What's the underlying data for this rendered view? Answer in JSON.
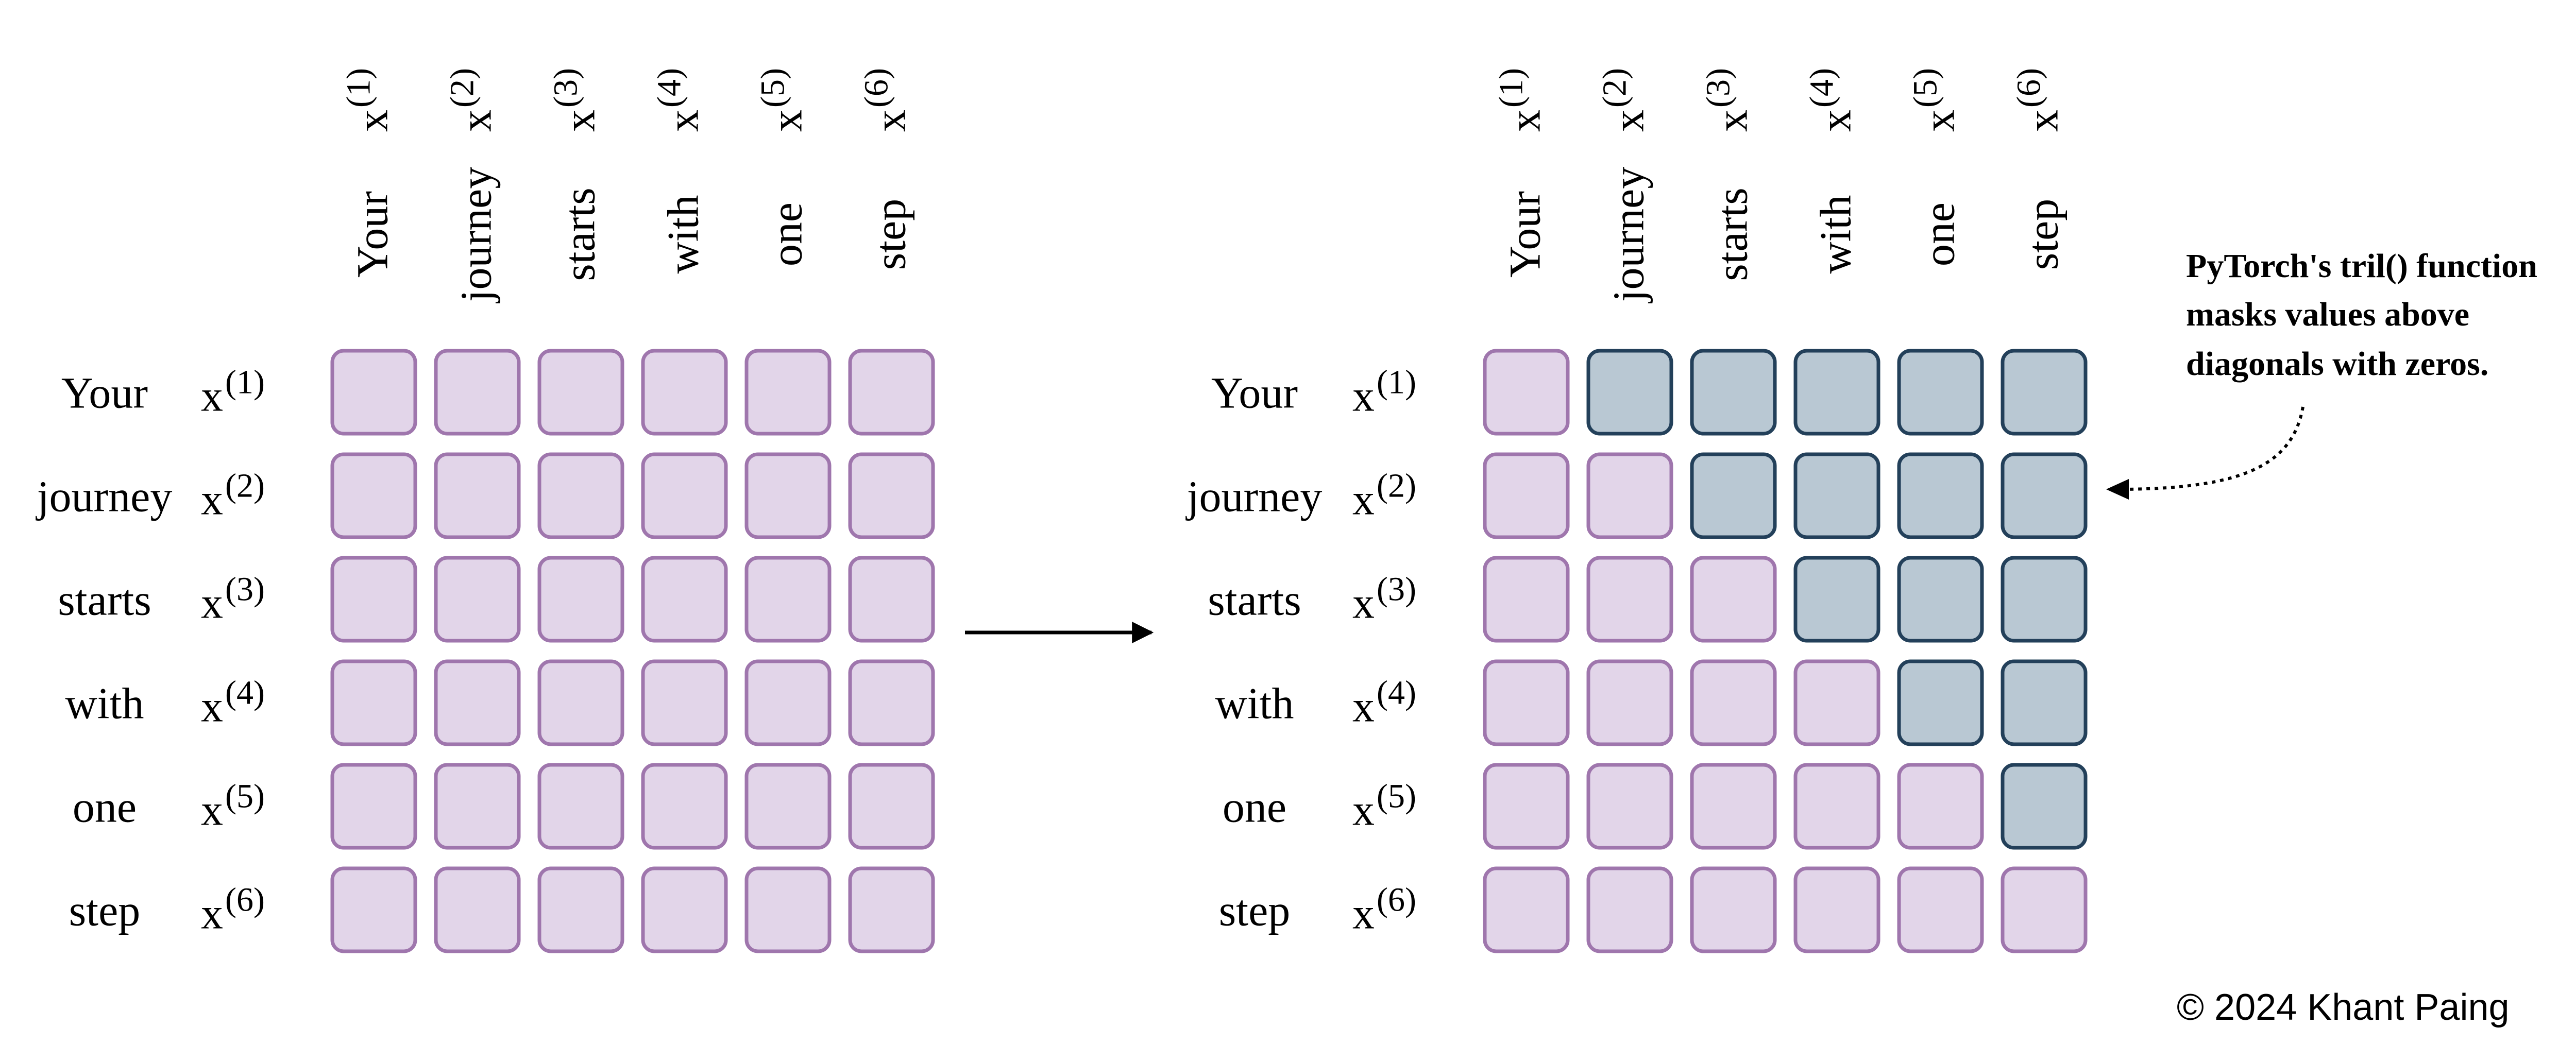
{
  "tokens": [
    "Your",
    "journey",
    "starts",
    "with",
    "one",
    "step"
  ],
  "vector_symbol": "x",
  "vector_superscripts": [
    "(1)",
    "(2)",
    "(3)",
    "(4)",
    "(5)",
    "(6)"
  ],
  "annotation": {
    "lines": [
      "PyTorch's tril() function",
      "masks values above",
      "diagonals with zeros."
    ]
  },
  "copyright": "© 2024 Khant Paing",
  "colors": {
    "unmasked_fill": "#e2d5e9",
    "unmasked_stroke": "#9f76ad",
    "masked_fill": "#b9c8d3",
    "masked_stroke": "#23405a",
    "text": "#000000"
  },
  "left_matrix": {
    "masked_cells": []
  },
  "right_matrix": {
    "masked_cells": [
      [
        0,
        1
      ],
      [
        0,
        2
      ],
      [
        0,
        3
      ],
      [
        0,
        4
      ],
      [
        0,
        5
      ],
      [
        1,
        2
      ],
      [
        1,
        3
      ],
      [
        1,
        4
      ],
      [
        1,
        5
      ],
      [
        2,
        3
      ],
      [
        2,
        4
      ],
      [
        2,
        5
      ],
      [
        3,
        4
      ],
      [
        3,
        5
      ],
      [
        4,
        5
      ]
    ]
  }
}
